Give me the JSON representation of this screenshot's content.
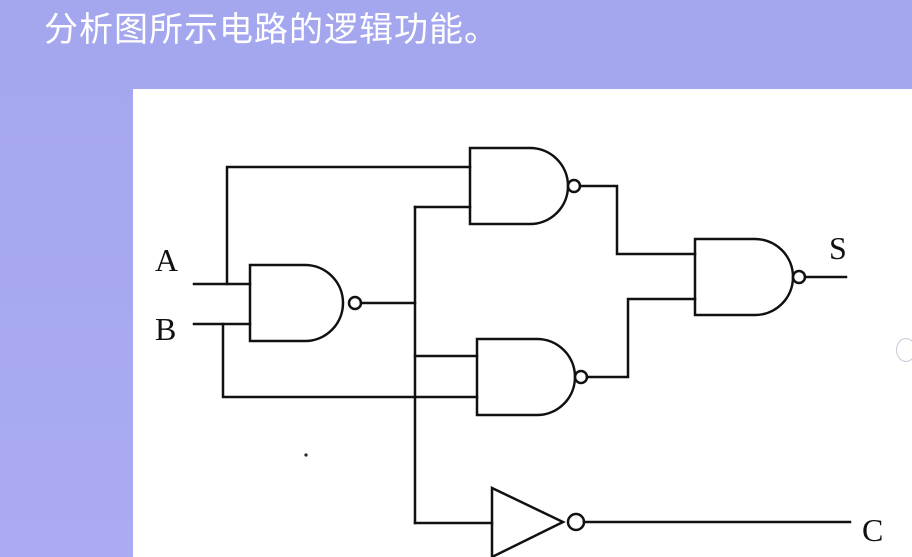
{
  "slide": {
    "title": "分析图所示电路的逻辑功能。"
  },
  "diagram": {
    "inputs": [
      "A",
      "B"
    ],
    "outputs": [
      "S",
      "C"
    ],
    "gates": [
      {
        "type": "NAND",
        "inputs": [
          "A",
          "B"
        ]
      },
      {
        "type": "NAND",
        "inputs": [
          "A",
          "NAND(A,B)"
        ]
      },
      {
        "type": "NAND",
        "inputs": [
          "NAND(A,B)",
          "B"
        ]
      },
      {
        "type": "NAND",
        "output": "S"
      },
      {
        "type": "NOT",
        "input": "NAND(A,B)",
        "output": "C"
      }
    ]
  }
}
